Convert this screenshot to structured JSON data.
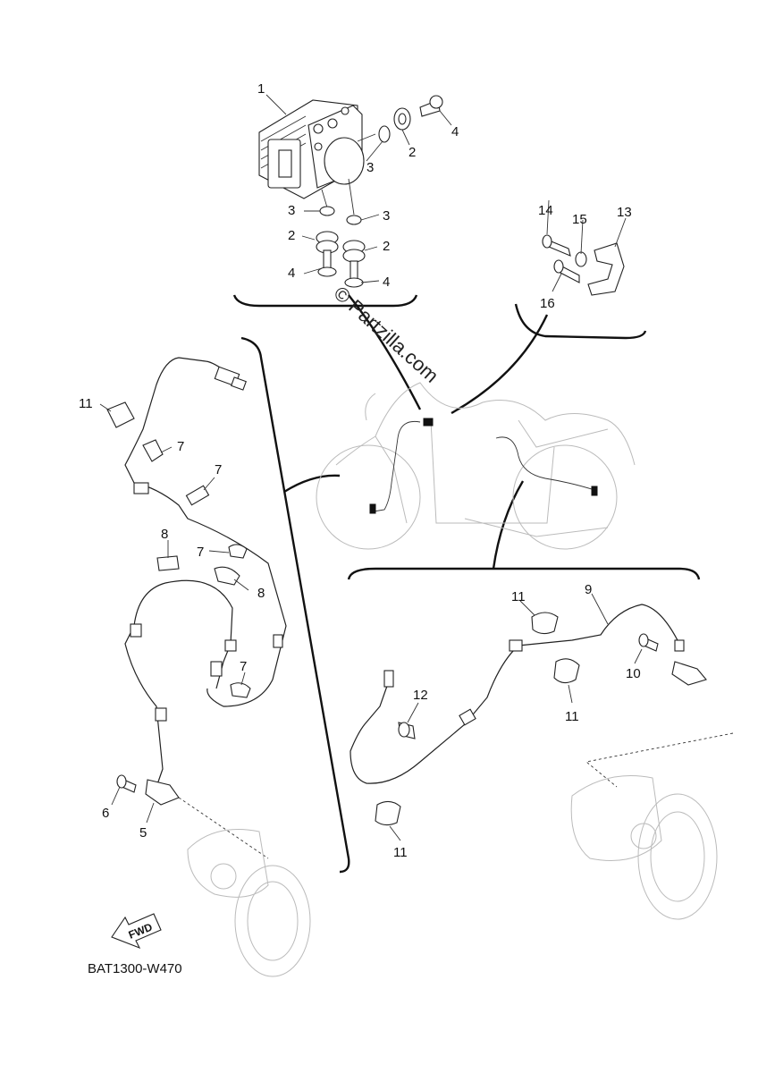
{
  "callouts": {
    "c1": "1",
    "c2a": "2",
    "c2b": "2",
    "c2c": "2",
    "c3a": "3",
    "c3b": "3",
    "c3c": "3",
    "c4a": "4",
    "c4b": "4",
    "c4c": "4",
    "c5": "5",
    "c6": "6",
    "c7a": "7",
    "c7b": "7",
    "c7c": "7",
    "c7d": "7",
    "c8a": "8",
    "c8b": "8",
    "c9": "9",
    "c10": "10",
    "c11a": "11",
    "c11b": "11",
    "c11c": "11",
    "c11d": "11",
    "c12": "12",
    "c13": "13",
    "c14": "14",
    "c15": "15",
    "c16": "16"
  },
  "watermark": "© Partzilla.com",
  "fwd_label": "FWD",
  "diagram_code": "BAT1300-W470"
}
